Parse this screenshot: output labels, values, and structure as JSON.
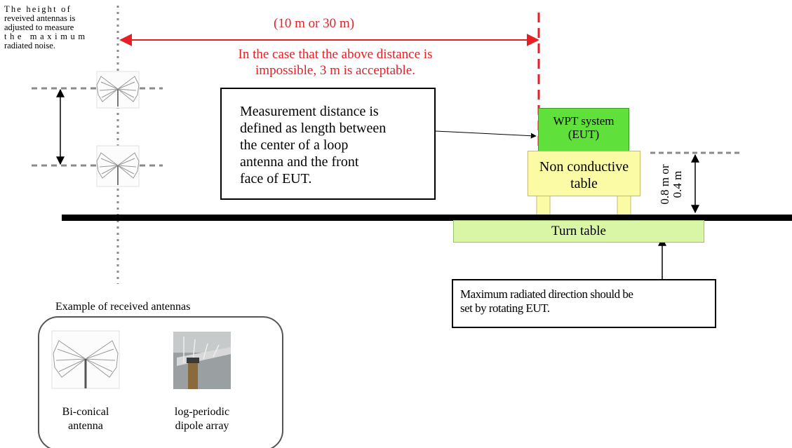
{
  "colors": {
    "red": "#e81e25",
    "eut_green": "#5fe03a",
    "table_yellow": "#fbfba6",
    "turntable_green": "#d9f6a6",
    "ground": "#000000",
    "dashed_gray": "#8a8a8a"
  },
  "antenna_note": {
    "lines": [
      "The height of",
      "reveived antennas is",
      "adjusted to measure",
      "the maximum",
      "radiated noise."
    ]
  },
  "distance": {
    "label": "(10 m or 30 m)",
    "note_lines": [
      "In the case that the above distance is",
      "impossible, 3 m is acceptable."
    ]
  },
  "measurement_box": {
    "lines": [
      "Measurement distance is",
      "defined as length between",
      "the center of a loop",
      "antenna and the front",
      "face of EUT."
    ]
  },
  "eut": {
    "lines": [
      "WPT system",
      "(EUT)"
    ]
  },
  "table": {
    "lines": [
      "Non conductive",
      "table"
    ]
  },
  "height": {
    "lines": [
      "0.8 m or",
      "0.4 m"
    ]
  },
  "turntable": {
    "label": "Turn table"
  },
  "rotation_box": {
    "lines": [
      "Maximum radiated direction should be",
      "set by rotating EUT."
    ]
  },
  "examples": {
    "title": "Example of received antennas",
    "items": [
      {
        "icon": "biconical-antenna-icon",
        "lines": [
          "Bi-conical",
          "antenna"
        ]
      },
      {
        "icon": "log-periodic-antenna-photo",
        "lines": [
          "log-periodic",
          "dipole array"
        ]
      }
    ]
  }
}
